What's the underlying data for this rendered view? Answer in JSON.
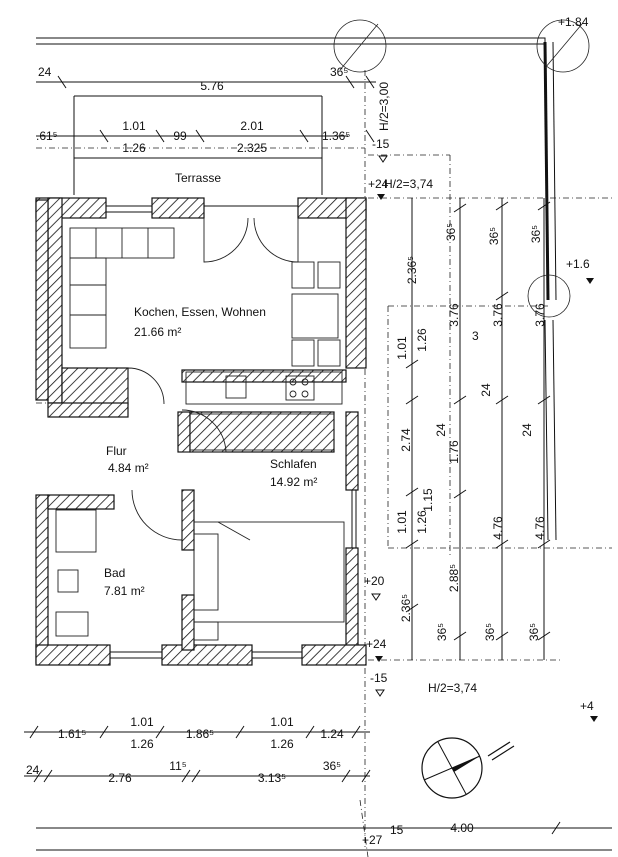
{
  "rooms": {
    "terrasse": "Terrasse",
    "kochen_name": "Kochen, Essen, Wohnen",
    "kochen_area": "21.66 m²",
    "flur_name": "Flur",
    "flur_area": "4.84 m²",
    "schlafen_name": "Schlafen",
    "schlafen_area": "14.92 m²",
    "bad_name": "Bad",
    "bad_area": "7.81 m²",
    "room3": "3"
  },
  "levels": {
    "l1": "+1.84",
    "l2": "+1.6",
    "l3": "+24",
    "l4": "-15",
    "l5": "+20",
    "l6": "+24",
    "l7": "-15",
    "l8": "+4",
    "l9": "+27",
    "h1": "H/2=3,00",
    "h2": "H/2=3,74",
    "h3": "H/2=3,74"
  },
  "dims_top": {
    "a1": "24",
    "a2": "5.76",
    "a3": "36⁵",
    "b1": ".61⁵",
    "b2": "1.01",
    "b3": "1.26",
    "b4": "99",
    "b5": "2.01",
    "b6": "2.325",
    "b7": "1.36⁵"
  },
  "dims_bottom": {
    "c1": "1.61⁵",
    "c2": "1.01",
    "c3": "1.26",
    "c4": "1.86⁵",
    "c5": "1.01",
    "c6": "1.26",
    "c7": "1.24",
    "d1": "24",
    "d2": "2.76",
    "d3": "11⁵",
    "d4": "3.13⁵",
    "d5": "36⁵",
    "e1": "15",
    "e2": "4.00"
  },
  "dims_right": {
    "r1": "2.36⁵",
    "r2": "36⁵",
    "r3": "36⁵",
    "r4": "36⁵",
    "r5": "3.76",
    "r6": "3.76",
    "r7": "3.76",
    "r8": "1.01",
    "r9": "1.26",
    "r10": "2.74",
    "r11": "24",
    "r12": "24",
    "r13": "24",
    "r14": "1.76",
    "r15": "1.15",
    "r16": "1.01",
    "r17": "1.26",
    "r18": "4.76",
    "r19": "4.76",
    "r20": "2.88⁵",
    "r21": "2.36⁵",
    "r22": "36⁵",
    "r23": "36⁵",
    "r24": "36⁵"
  }
}
